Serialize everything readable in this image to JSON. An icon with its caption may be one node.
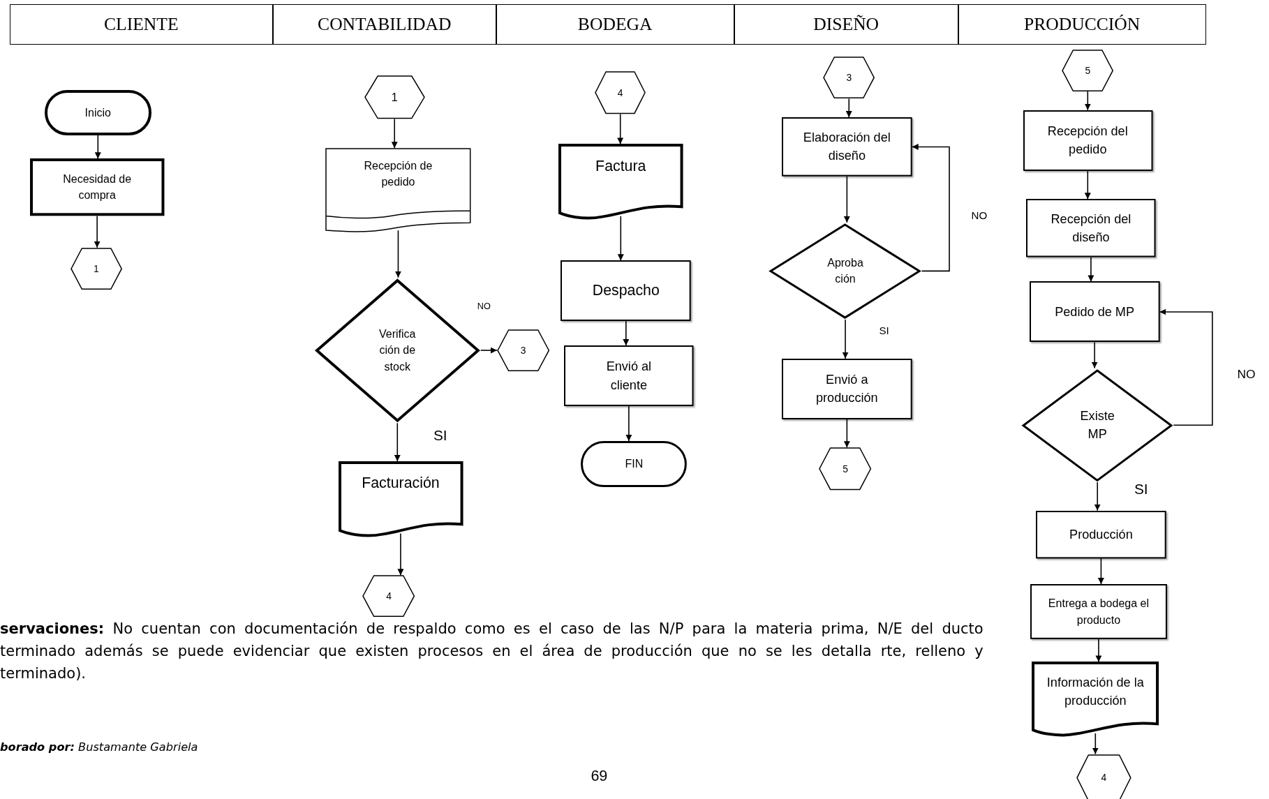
{
  "diagram": {
    "nodes": [
      {
        "text": [
          "CLIENTE"
        ]
      },
      {
        "text": [
          "CONTABILIDAD"
        ]
      },
      {
        "text": [
          "BODEGA"
        ]
      },
      {
        "text": [
          "DISEÑO"
        ]
      },
      {
        "text": [
          "PRODUCCIÓN"
        ]
      },
      {
        "text": [
          "Inicio"
        ]
      },
      {
        "text": [
          "Necesidad de compra"
        ]
      },
      {
        "text": [
          "1"
        ]
      },
      {
        "text": [
          "1"
        ]
      },
      {
        "text": [
          "Recepción  de pedido"
        ]
      },
      {
        "text": [
          "Verifica ción de stock"
        ]
      },
      {
        "text": [
          "3"
        ]
      },
      {
        "text": [
          "Facturación"
        ]
      },
      {
        "text": [
          "4"
        ]
      },
      {
        "text": [
          "4"
        ]
      },
      {
        "text": [
          "Factura"
        ]
      },
      {
        "text": [
          "Despacho"
        ]
      },
      {
        "text": [
          "Envió al cliente"
        ]
      },
      {
        "text": [
          "FIN"
        ]
      },
      {
        "text": [
          "3"
        ]
      },
      {
        "text": [
          "Elaboración del diseño"
        ]
      },
      {
        "text": [
          "Aproba ción"
        ]
      },
      {
        "text": [
          "Envió a producción"
        ]
      },
      {
        "text": [
          "5"
        ]
      },
      {
        "text": [
          "5"
        ]
      },
      {
        "text": [
          "Recepción del pedido"
        ]
      },
      {
        "text": [
          "Recepción del diseño"
        ]
      },
      {
        "text": [
          "Pedido de MP"
        ]
      },
      {
        "text": [
          "Existe MP"
        ]
      },
      {
        "text": [
          "Producción"
        ]
      },
      {
        "text": [
          "Entrega a bodega el producto"
        ]
      },
      {
        "text": [
          "Información de la producción"
        ]
      },
      {
        "text": [
          "4"
        ]
      }
    ],
    "edges": [
      {
        "from": 5,
        "to": 6,
        "arrow": "to"
      },
      {
        "from": 6,
        "to": 7,
        "arrow": "to"
      },
      {
        "from": 8,
        "to": 9,
        "arrow": "to"
      },
      {
        "from": 9,
        "to": 10,
        "arrow": "to"
      },
      {
        "from": 10,
        "to": 11,
        "arrow": "to",
        "label": "NO"
      },
      {
        "from": 10,
        "to": 12,
        "arrow": "to",
        "label": "SI"
      },
      {
        "from": 12,
        "to": 13,
        "arrow": "to"
      },
      {
        "from": 14,
        "to": 15,
        "arrow": "to"
      },
      {
        "from": 15,
        "to": 16,
        "arrow": "to"
      },
      {
        "from": 16,
        "to": 17,
        "arrow": "to"
      },
      {
        "from": 17,
        "to": 18,
        "arrow": "to"
      },
      {
        "from": 19,
        "to": 20,
        "arrow": "to"
      },
      {
        "from": 20,
        "to": 21,
        "arrow": "to"
      },
      {
        "from": 21,
        "to": 20,
        "arrow": "to",
        "label": "NO"
      },
      {
        "from": 21,
        "to": 22,
        "arrow": "to",
        "label": "SI"
      },
      {
        "from": 22,
        "to": 23,
        "arrow": "to"
      },
      {
        "from": 24,
        "to": 25,
        "arrow": "to"
      },
      {
        "from": 25,
        "to": 26,
        "arrow": "to"
      },
      {
        "from": 26,
        "to": 27,
        "arrow": "to"
      },
      {
        "from": 27,
        "to": 28,
        "arrow": "to"
      },
      {
        "from": 28,
        "to": 27,
        "arrow": "to",
        "label": "NO"
      },
      {
        "from": 28,
        "to": 29,
        "arrow": "to",
        "label": "SI"
      },
      {
        "from": 29,
        "to": 30,
        "arrow": "to"
      },
      {
        "from": 30,
        "to": 31,
        "arrow": "to"
      },
      {
        "from": 31,
        "to": 32,
        "arrow": "to"
      }
    ],
    "labels": [
      "**servaciones:** No cuentan con documentación de respaldo como es el caso de las N/P para la materia prima,  N/E del ducto terminado además se puede evidenciar que existen procesos en el área de producción que no se les detalla rte, relleno y terminado).",
      "**borado por:** Bustamante Gabriela",
      "69"
    ]
  }
}
